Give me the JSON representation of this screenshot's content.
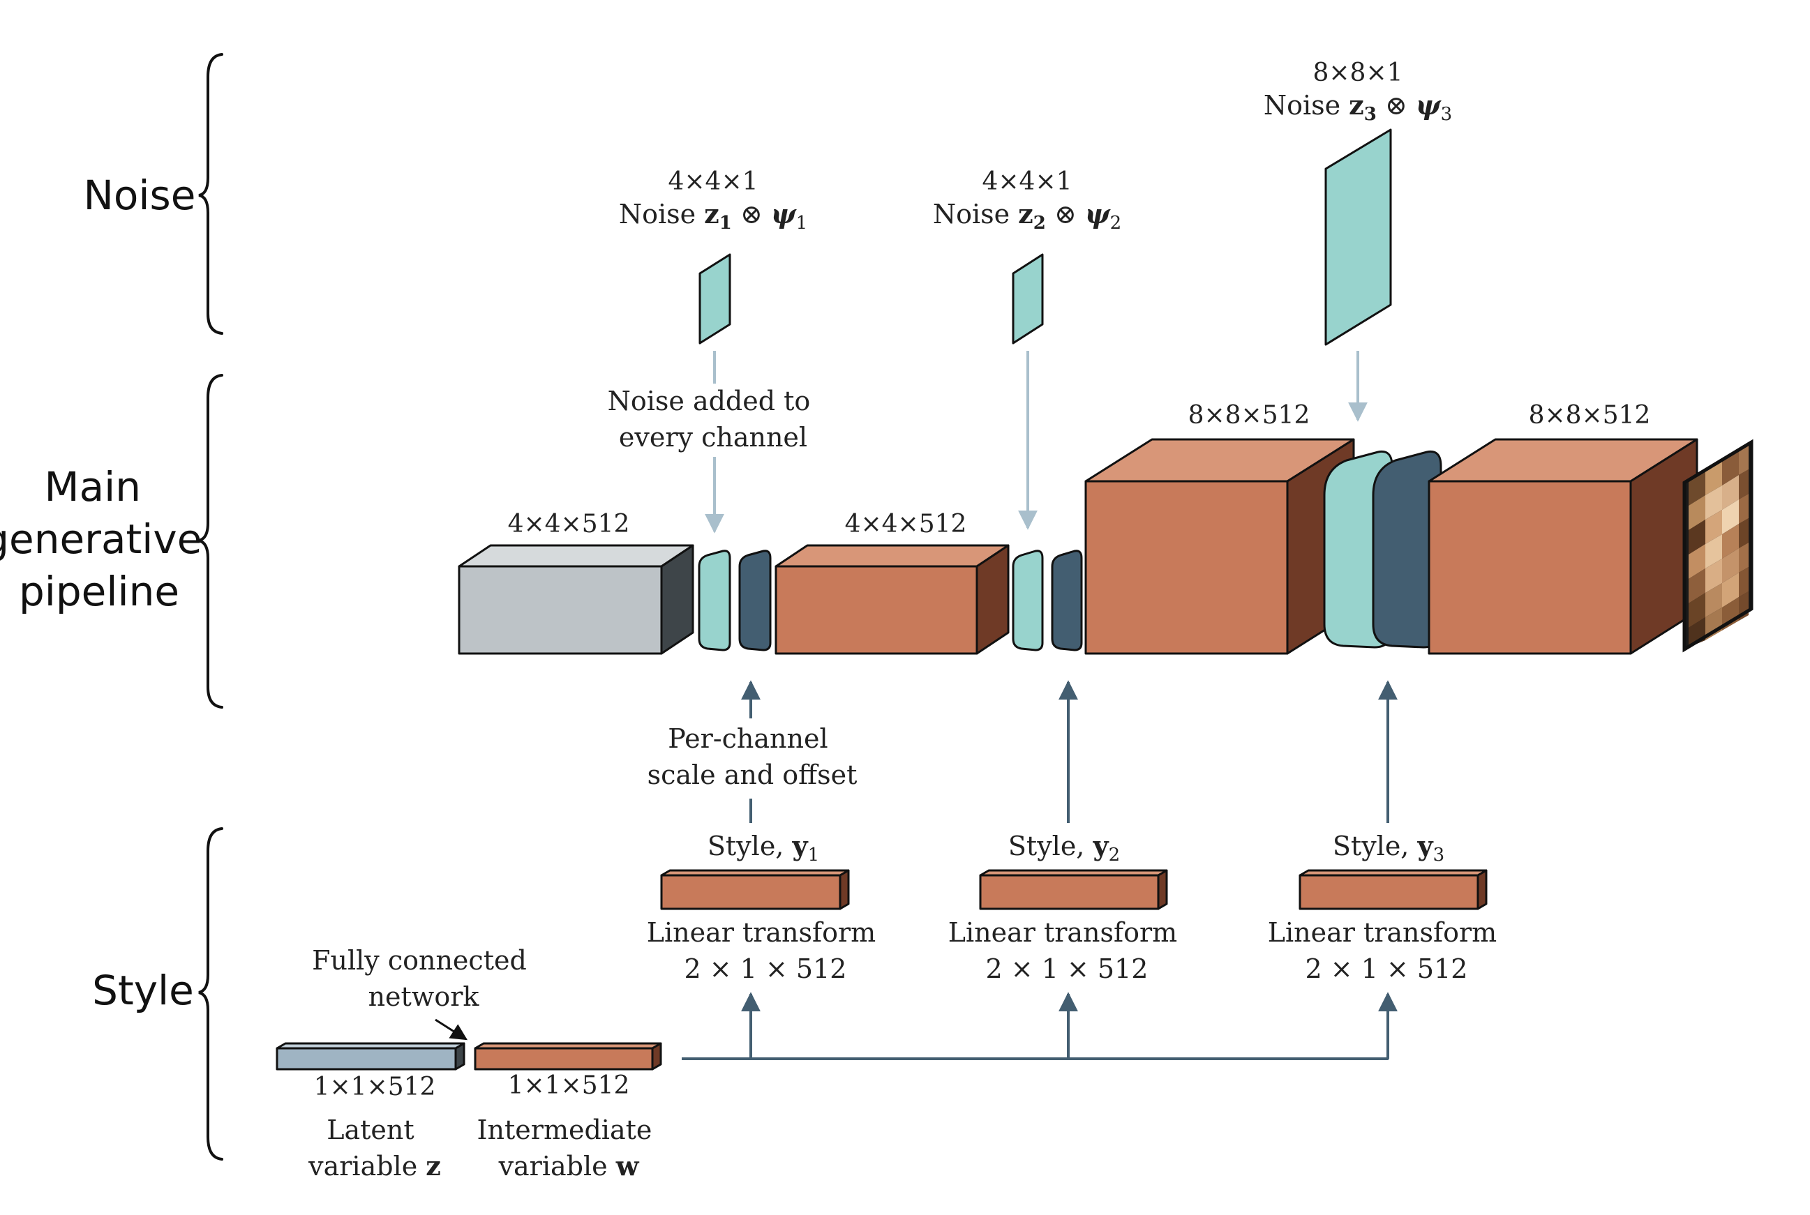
{
  "sections": {
    "noise": "Noise",
    "main": [
      "Main",
      "generative",
      "pipeline"
    ],
    "style": "Style"
  },
  "dims": {
    "block1": "4×4×512",
    "block2": "4×4×512",
    "block3": "8×8×512",
    "block4": "8×8×512",
    "noise1": "4×4×1",
    "noise2": "4×4×1",
    "noise3": "8×8×1",
    "latent": "1×1×512",
    "intermediate": "1×1×512"
  },
  "noise_labels": {
    "n1": [
      "Noise ",
      "z",
      "1",
      " ⊗ ",
      "ψ",
      "1"
    ],
    "n2": [
      "Noise ",
      "z",
      "2",
      " ⊗ ",
      "ψ",
      "2"
    ],
    "n3": [
      "Noise ",
      "z",
      "3",
      " ⊗ ",
      "ψ",
      "3"
    ]
  },
  "annotations": {
    "noise_added": [
      "Noise added to",
      "every channel"
    ],
    "per_channel": [
      "Per-channel",
      "scale and offset"
    ],
    "fully_connected": [
      "Fully connected",
      "network"
    ]
  },
  "styles": {
    "s1": [
      "Style, ",
      "y",
      "1"
    ],
    "s2": [
      "Style, ",
      "y",
      "2"
    ],
    "s3": [
      "Style, ",
      "y",
      "3"
    ]
  },
  "linear": {
    "title": "Linear transform",
    "dims": "2 × 1 × 512"
  },
  "variables": {
    "latent": [
      "Latent",
      "variable ",
      "z"
    ],
    "intermediate": [
      "Intermediate",
      "variable ",
      "w"
    ]
  },
  "colors": {
    "orange": "#C87A5A",
    "orange_side": "#6F3A26",
    "orange_top": "#D89678",
    "gray": "#BDC3C7",
    "gray_side": "#3E4549",
    "teal": "#98D3CD",
    "slate": "#435E71",
    "latent_blue": "#9FB4C3",
    "arrow": "#435E71",
    "noise_arrow": "#A9BFCC"
  }
}
